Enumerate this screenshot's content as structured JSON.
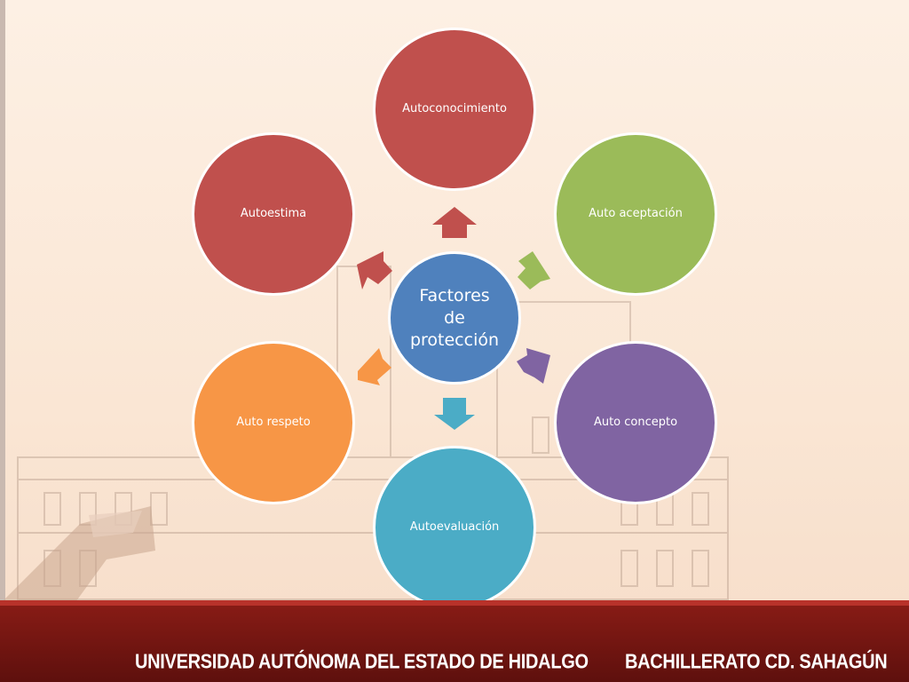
{
  "diagram": {
    "center": {
      "label_lines": [
        "Factores",
        "de",
        "protección"
      ],
      "color": "#4f81bd"
    },
    "nodes": [
      {
        "id": "autoconocimiento",
        "label": "Autoconocimiento",
        "color": "#c0504d"
      },
      {
        "id": "auto-aceptacion",
        "label": "Auto aceptación",
        "color": "#9bbb59"
      },
      {
        "id": "auto-concepto",
        "label": "Auto concepto",
        "color": "#8064a2"
      },
      {
        "id": "autoevaluacion",
        "label": "Autoevaluación",
        "color": "#4bacc6"
      },
      {
        "id": "auto-respeto",
        "label": "Auto respeto",
        "color": "#f79646"
      },
      {
        "id": "autoestima",
        "label": "Autoestima",
        "color": "#c0504d"
      }
    ]
  },
  "footer": {
    "left_text": "UNIVERSIDAD AUTÓNOMA DEL ESTADO DE HIDALGO",
    "right_text": "BACHILLERATO CD. SAHAGÚN"
  }
}
